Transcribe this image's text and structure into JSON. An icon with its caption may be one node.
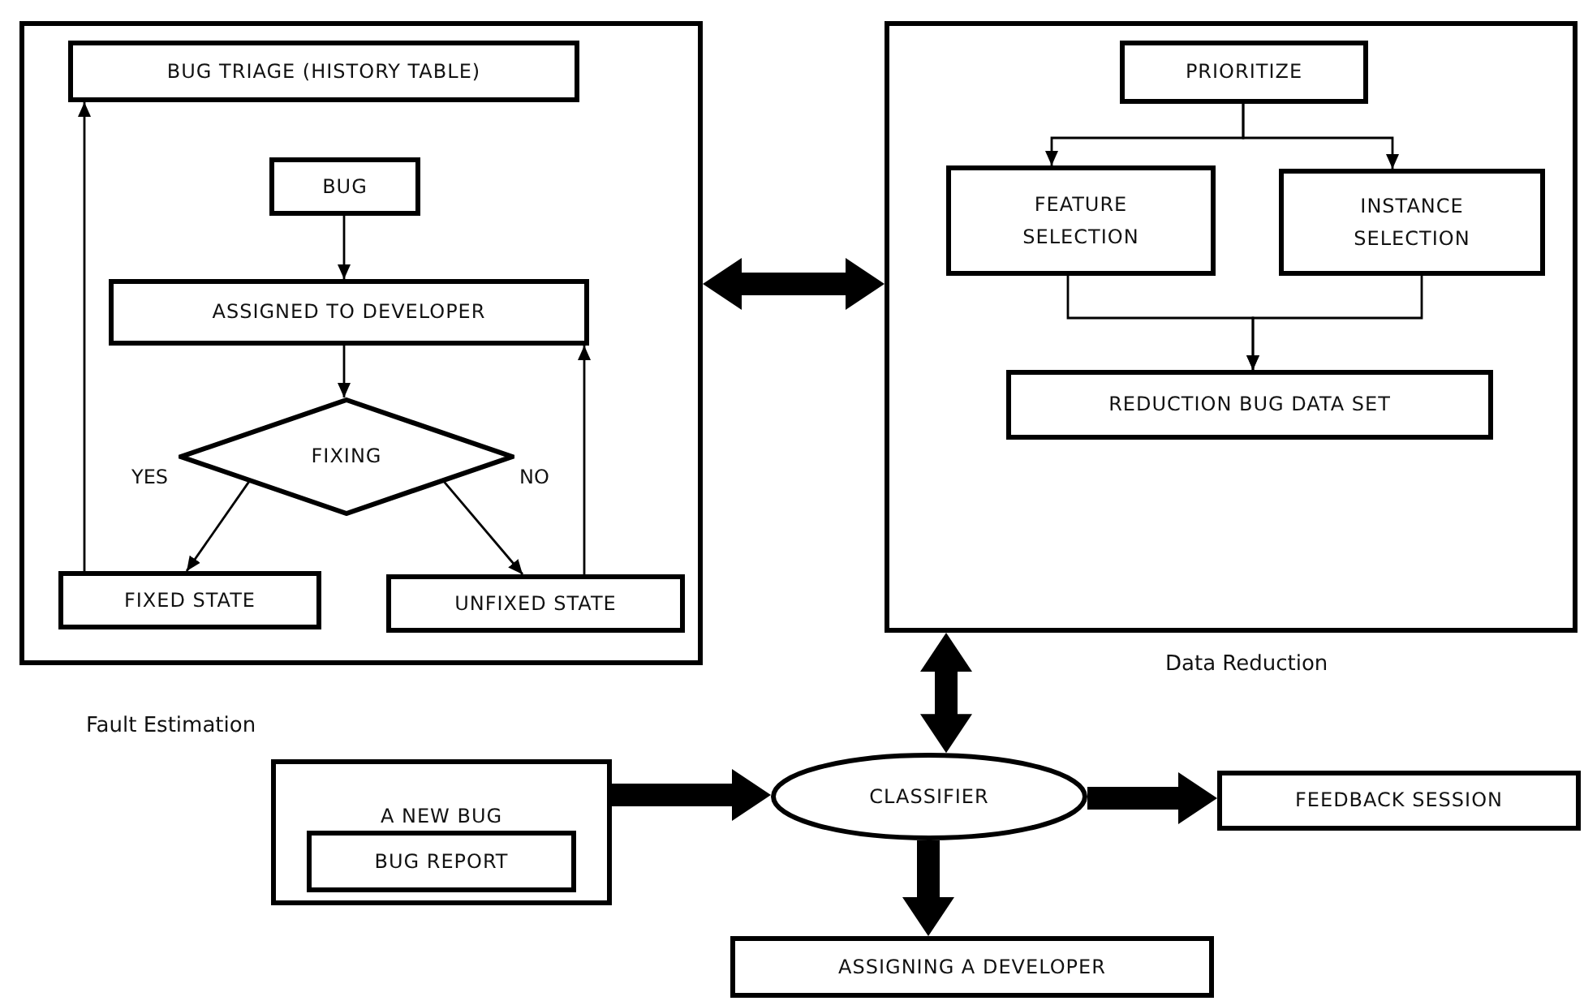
{
  "diagram": {
    "nodes": [
      {
        "text": [
          "Fault Estimation"
        ]
      },
      {
        "text": [
          "BUG TRIAGE (HISTORY TABLE)"
        ],
        "in": 0
      },
      {
        "text": [
          "BUG"
        ],
        "in": 0
      },
      {
        "text": [
          "ASSIGNED TO DEVELOPER"
        ],
        "in": 0
      },
      {
        "text": [
          "FIXING"
        ],
        "in": 0
      },
      {
        "text": [
          "FIXED STATE"
        ],
        "in": 0
      },
      {
        "text": [
          "UNFIXED STATE"
        ],
        "in": 0
      },
      {
        "text": [
          "Data Reduction"
        ]
      },
      {
        "text": [
          "PRIORITIZE"
        ],
        "in": 7
      },
      {
        "text": [
          "FEATURE SELECTION"
        ],
        "in": 7
      },
      {
        "text": [
          "INSTANCE SELECTION"
        ],
        "in": 7
      },
      {
        "text": [
          "REDUCTION BUG DATA SET"
        ],
        "in": 7
      },
      {
        "text": [
          "A NEW BUG"
        ]
      },
      {
        "text": [
          "BUG REPORT"
        ],
        "in": 12
      },
      {
        "text": [
          "CLASSIFIER"
        ]
      },
      {
        "text": [
          "FEEDBACK SESSION"
        ]
      },
      {
        "text": [
          "ASSIGNING A DEVELOPER"
        ]
      }
    ],
    "edges": [
      {
        "from": 2,
        "to": 3,
        "arrow": "to"
      },
      {
        "from": 3,
        "to": 4,
        "arrow": "to"
      },
      {
        "from": 4,
        "to": 5,
        "arrow": "to",
        "label": "YES"
      },
      {
        "from": 4,
        "to": 6,
        "arrow": "to",
        "label": "NO"
      },
      {
        "from": 5,
        "to": 1,
        "arrow": "to"
      },
      {
        "from": 6,
        "to": 3,
        "arrow": "to"
      },
      {
        "from": 8,
        "to": 9,
        "arrow": "to"
      },
      {
        "from": 8,
        "to": 10,
        "arrow": "to"
      },
      {
        "from": 9,
        "to": 11,
        "arrow": "to"
      },
      {
        "from": 10,
        "to": 11,
        "arrow": "to"
      },
      {
        "from": 0,
        "to": 7,
        "arrow": "both",
        "style": "thick"
      },
      {
        "from": 7,
        "to": 14,
        "arrow": "both",
        "style": "thick"
      },
      {
        "from": 12,
        "to": 14,
        "arrow": "to",
        "style": "thick"
      },
      {
        "from": 14,
        "to": 15,
        "arrow": "to",
        "style": "thick"
      },
      {
        "from": 14,
        "to": 16,
        "arrow": "to",
        "style": "thick"
      }
    ]
  }
}
